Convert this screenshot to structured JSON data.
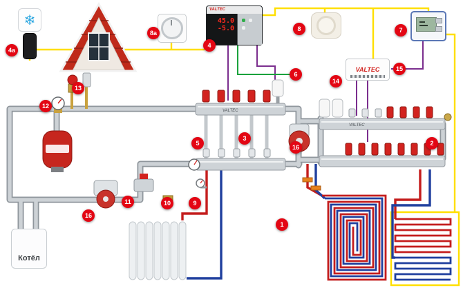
{
  "badges": [
    {
      "label": "4a"
    },
    {
      "label": "13"
    },
    {
      "label": "12"
    },
    {
      "label": "8a"
    },
    {
      "label": "4"
    },
    {
      "label": "8"
    },
    {
      "label": "7"
    },
    {
      "label": "6"
    },
    {
      "label": "15"
    },
    {
      "label": "14"
    },
    {
      "label": "2"
    },
    {
      "label": "3"
    },
    {
      "label": "5"
    },
    {
      "label": "16"
    },
    {
      "label": "11"
    },
    {
      "label": "10"
    },
    {
      "label": "9"
    },
    {
      "label": "16"
    },
    {
      "label": "1"
    }
  ],
  "controller": {
    "brand": "VALTEC",
    "line1": "45.0",
    "line2": "-5.0"
  },
  "module": {
    "brand": "VALTEC"
  },
  "manifold": {
    "brand": "VALTEC"
  },
  "boiler": {
    "label": "Котёл"
  },
  "icons": {
    "snowflake": "❄"
  },
  "colors": {
    "badge": "#e30613",
    "pipe_hot": "#c41d1d",
    "pipe_cold": "#1f3f9e",
    "wire_yellow": "#ffdf00",
    "wire_purple": "#7b2e8e",
    "wire_green": "#1aa23c",
    "roof": "#bf2a1a",
    "chrome": "#ced3d7"
  }
}
